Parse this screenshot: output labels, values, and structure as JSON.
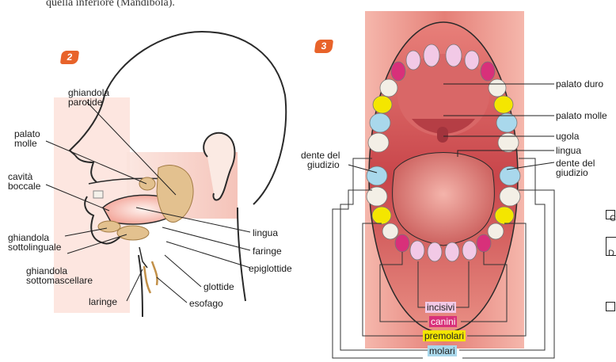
{
  "caption_fragment": "quella inferiore (Mandibola).",
  "figure2": {
    "badge": "2",
    "labels": {
      "parotide_1": "ghiandola",
      "parotide_2": "parotide",
      "palato_molle_1": "palato",
      "palato_molle_2": "molle",
      "cavita_1": "cavità",
      "cavita_2": "boccale",
      "sottolinguale_1": "ghiandola",
      "sottolinguale_2": "sottolinguale",
      "sottomascellare_1": "ghiandola",
      "sottomascellare_2": "sottomascellare",
      "laringe": "laringe",
      "lingua": "lingua",
      "faringe": "faringe",
      "epiglottide": "epiglottide",
      "glottide": "glottide",
      "esofago": "esofago"
    }
  },
  "figure3": {
    "badge": "3",
    "labels": {
      "palato_duro": "palato duro",
      "palato_molle": "palato molle",
      "ugola": "ugola",
      "lingua": "lingua",
      "dente_dx_1": "dente del",
      "dente_dx_2": "giudizio",
      "dente_sx_1": "dente del",
      "dente_sx_2": "giudizio"
    },
    "key": [
      {
        "label": "incisivi",
        "color": "#f2c9e6"
      },
      {
        "label": "canini",
        "color": "#d8307a"
      },
      {
        "label": "premolari",
        "color": "#f4e600"
      },
      {
        "label": "molari",
        "color": "#a9d8ec"
      }
    ]
  },
  "side_boxes": {
    "box2_letter": "D"
  }
}
